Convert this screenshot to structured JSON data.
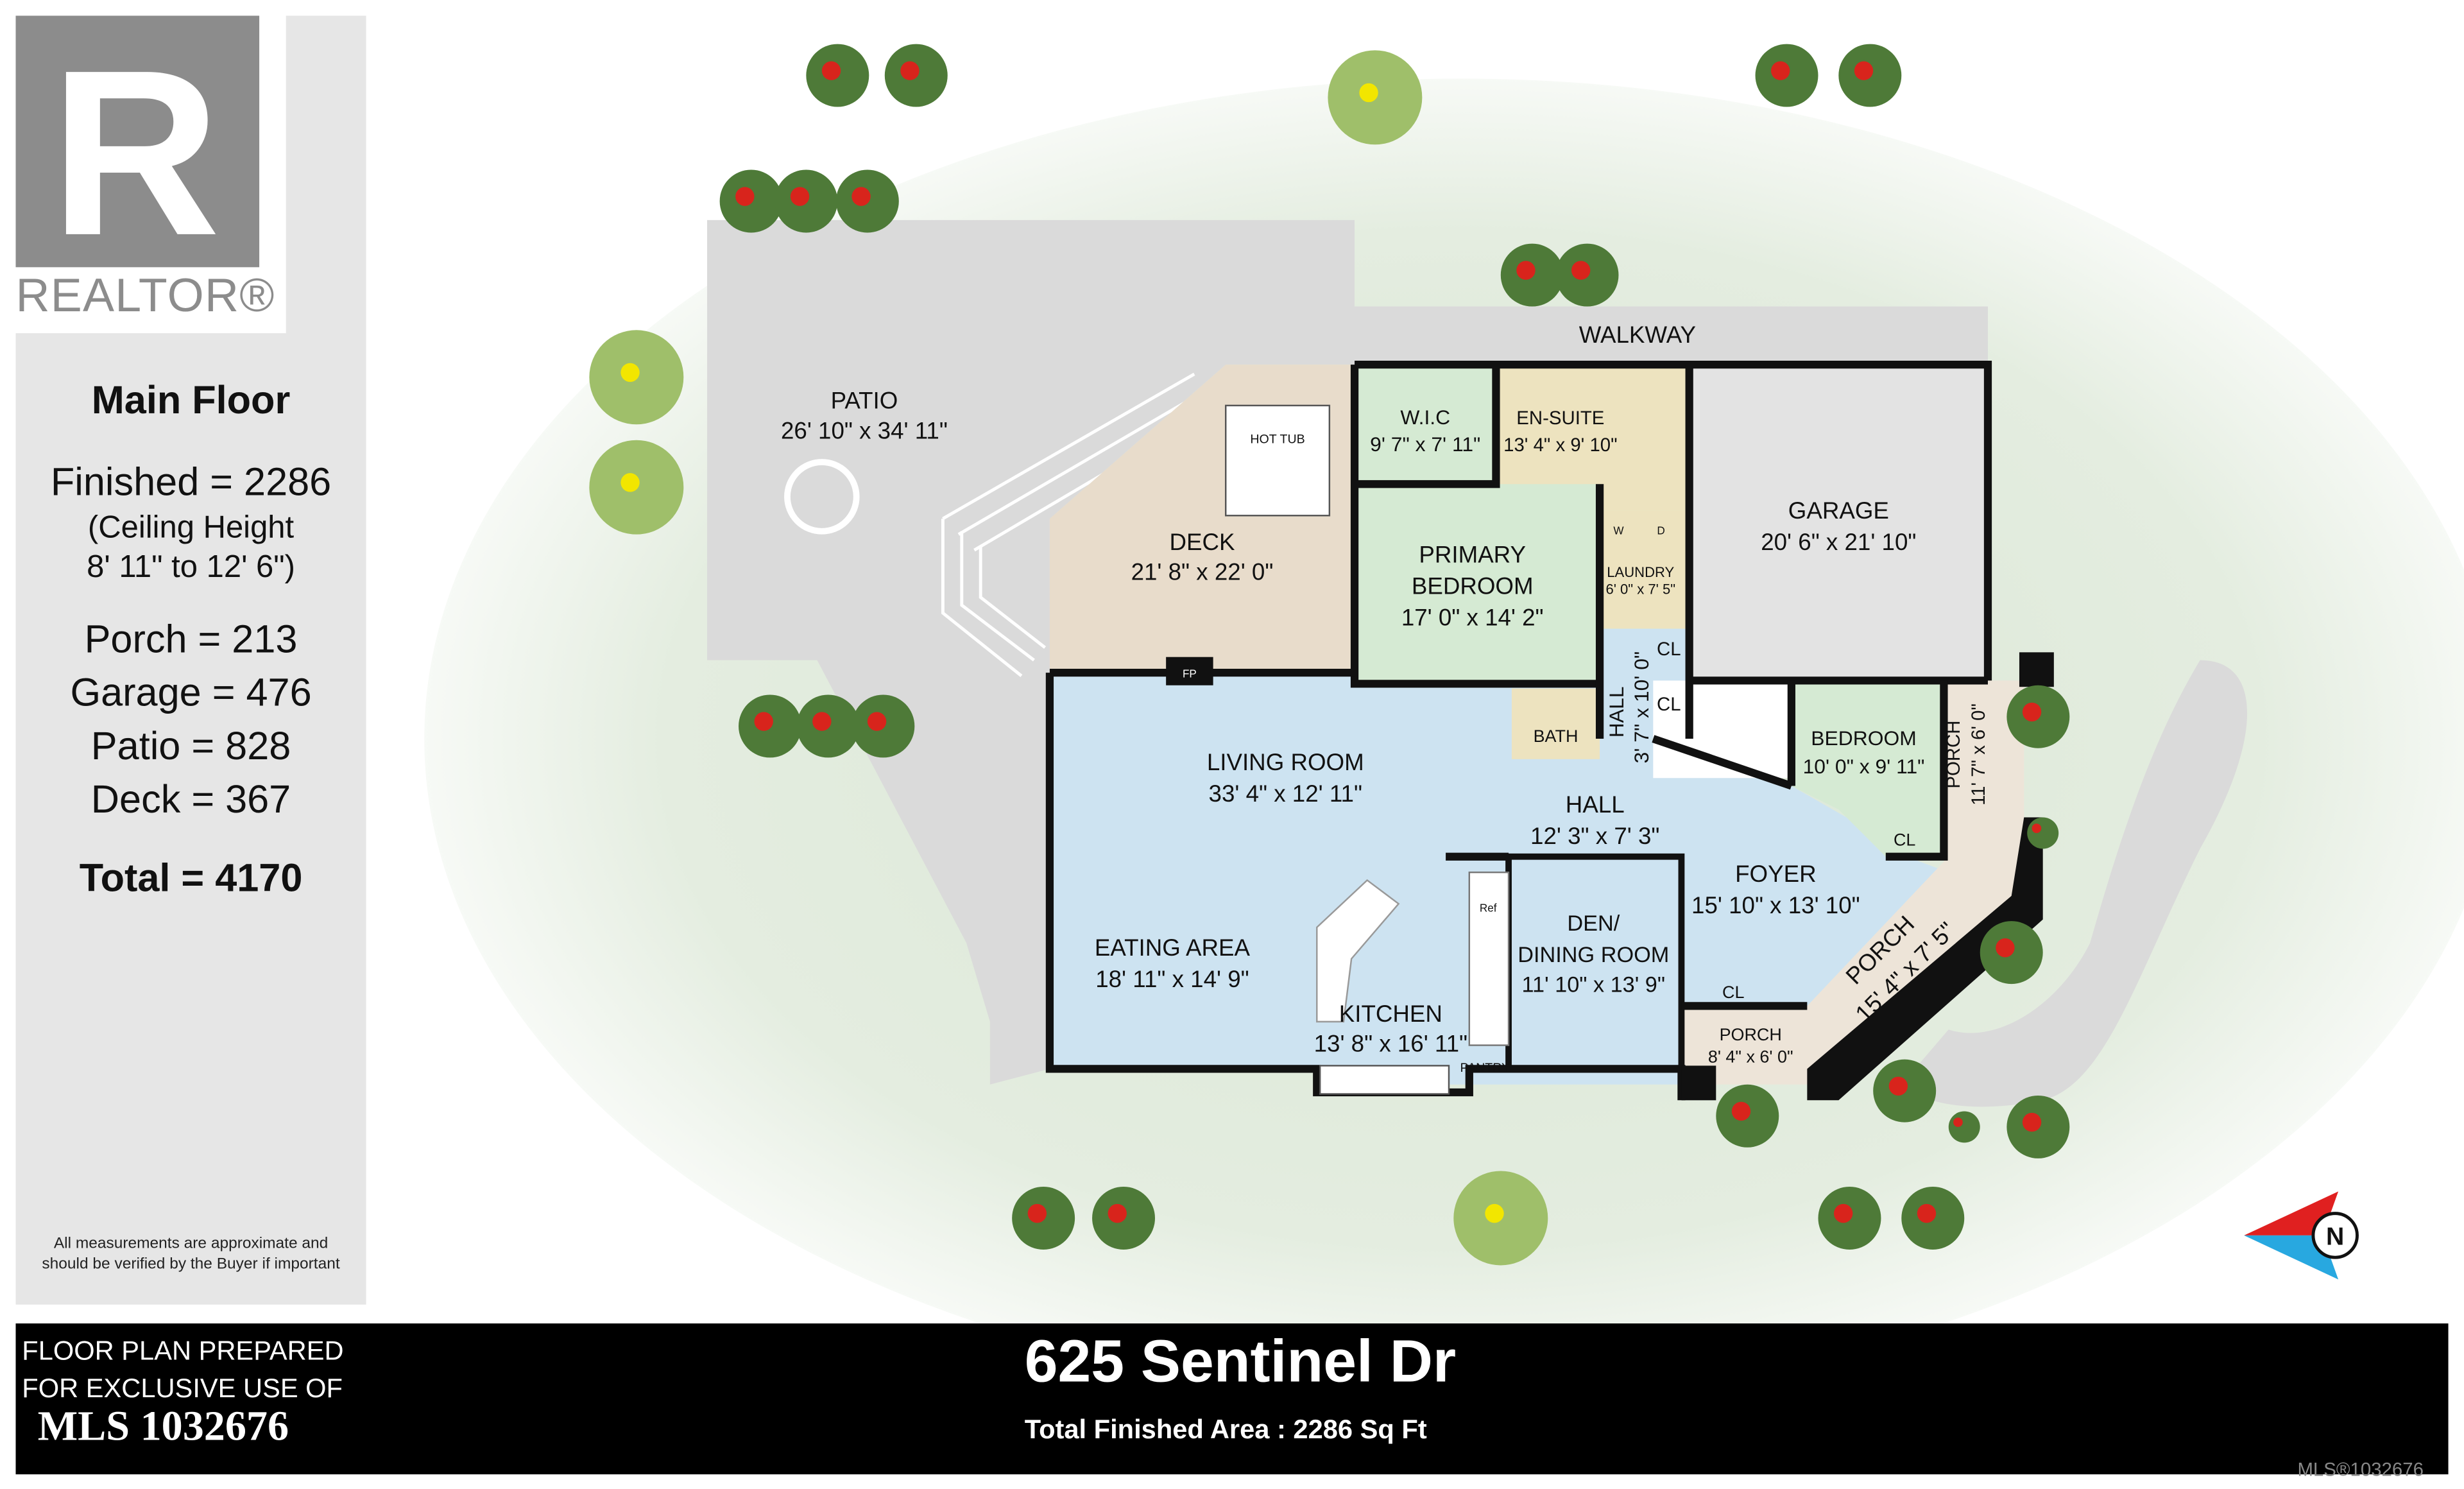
{
  "logo": {
    "letter": "R",
    "word": "REALTOR®"
  },
  "summary": {
    "title": "Main Floor",
    "finished": "Finished = 2286",
    "ceiling_1": "(Ceiling Height",
    "ceiling_2": "8' 11\" to 12' 6\")",
    "porch": "Porch = 213",
    "garage": "Garage = 476",
    "patio": "Patio = 828",
    "deck": "Deck = 367",
    "total": "Total = 4170",
    "disclaimer_1": "All measurements are approximate and",
    "disclaimer_2": "should be verified by the Buyer if important"
  },
  "rooms": {
    "walkway": "WALKWAY",
    "patio": {
      "name": "PATIO",
      "dim": "26' 10\" x 34' 11\""
    },
    "hot_tub": "HOT TUB",
    "deck": {
      "name": "DECK",
      "dim": "21' 8\" x 22' 0\""
    },
    "fp": "FP",
    "wic": {
      "name": "W.I.C",
      "dim": "9' 7\" x 7' 11\""
    },
    "ensuite": {
      "name": "EN-SUITE",
      "dim": "13' 4\" x 9' 10\""
    },
    "primary": {
      "name1": "PRIMARY",
      "name2": "BEDROOM",
      "dim": "17' 0\" x 14' 2\""
    },
    "laundry": {
      "name": "LAUNDRY",
      "dim": "6' 0\" x 7' 5\"",
      "w": "W",
      "d": "D"
    },
    "garage": {
      "name": "GARAGE",
      "dim": "20' 6\" x 21' 10\""
    },
    "cl": "CL",
    "hall_v": {
      "name": "HALL",
      "dim": "3' 7\" x 10' 0\""
    },
    "bath": "BATH",
    "bedroom": {
      "name": "BEDROOM",
      "dim": "10' 0\" x 9' 11\""
    },
    "porch_v": {
      "name": "PORCH",
      "dim": "11' 7\" x 6' 0\""
    },
    "living": {
      "name": "LIVING ROOM",
      "dim": "33' 4\" x 12' 11\""
    },
    "hall": {
      "name": "HALL",
      "dim": "12' 3\" x 7' 3\""
    },
    "foyer": {
      "name": "FOYER",
      "dim": "15' 10\" x 13' 10\""
    },
    "eating": {
      "name": "EATING AREA",
      "dim": "18' 11\" x 14' 9\""
    },
    "kitchen": {
      "name": "KITCHEN",
      "dim": "13' 8\" x 16' 11\""
    },
    "ref": "Ref",
    "den": {
      "name1": "DEN/",
      "name2": "DINING ROOM",
      "dim": "11' 10\" x 13' 9\""
    },
    "porch_diag": {
      "name": "PORCH",
      "dim": "15' 4\" x 7' 5\""
    },
    "porch_small": {
      "name": "PORCH",
      "dim": "8' 4\" x 6' 0\""
    },
    "pantry": "PANTRY"
  },
  "compass": {
    "letter": "N",
    "icon": "north-compass-icon"
  },
  "footer": {
    "prepared_1": "FLOOR PLAN PREPARED",
    "prepared_2": "FOR EXCLUSIVE USE OF",
    "mls": "MLS 1032676",
    "address": "625 Sentinel Dr",
    "area": "Total Finished Area : 2286 Sq Ft"
  },
  "watermark": "MLS®1032676",
  "colors": {
    "living": "#cde3f1",
    "bedroom": "#d5ead3",
    "bath": "#ede3bf",
    "garage": "#e3e3e3",
    "deck": "#e8dccb",
    "porch": "#ede4d8",
    "patio": "#dcdcdc"
  }
}
